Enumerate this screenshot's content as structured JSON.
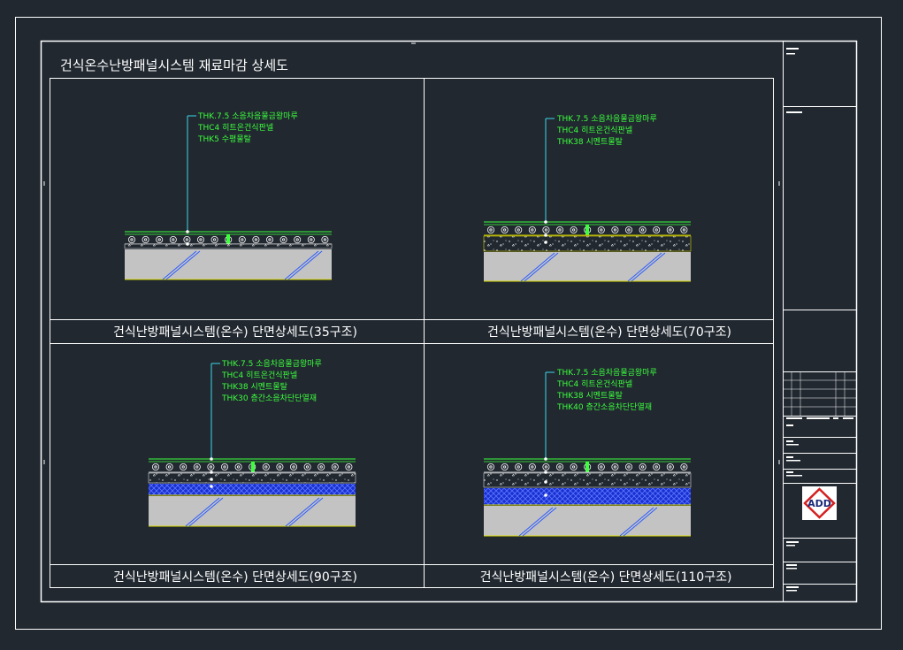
{
  "drawing": {
    "title": "건식온수난방패널시스템 재료마감 상세도"
  },
  "panels": [
    {
      "caption": "건식난방패널시스템(온수) 단면상세도(35구조)",
      "layers": [
        "THK.7.5 소음차음물금왕마루",
        "THC4 히트온건식판넬",
        "THK5   수평물탈"
      ]
    },
    {
      "caption": "건식난방패널시스템(온수) 단면상세도(70구조)",
      "layers": [
        "THK.7.5 소음차음물금왕마루",
        "THC4 히트온건식판넬",
        "THK38 시멘트물탈"
      ]
    },
    {
      "caption": "건식난방패널시스템(온수) 단면상세도(90구조)",
      "layers": [
        "THK.7.5 소음차음물금왕마루",
        "THC4 히트온건식판넬",
        "THK38 시멘트물탈",
        "THK30 층간소음차단단열재"
      ]
    },
    {
      "caption": "건식난방패널시스템(온수) 단면상세도(110구조)",
      "layers": [
        "THK.7.5 소음차음물금왕마루",
        "THC4 히트온건식판넬",
        "THK38 시멘트물탈",
        "THK40 층간소음차단단열재"
      ]
    }
  ],
  "titleblock": {
    "logo_text": "ADD"
  },
  "colors": {
    "background": "#212830",
    "frame": "#ffffff",
    "leader": "#3cd8e8",
    "label": "#3cff3c",
    "slab": "#c3c3c3",
    "insulation": "#1a2fd0"
  }
}
